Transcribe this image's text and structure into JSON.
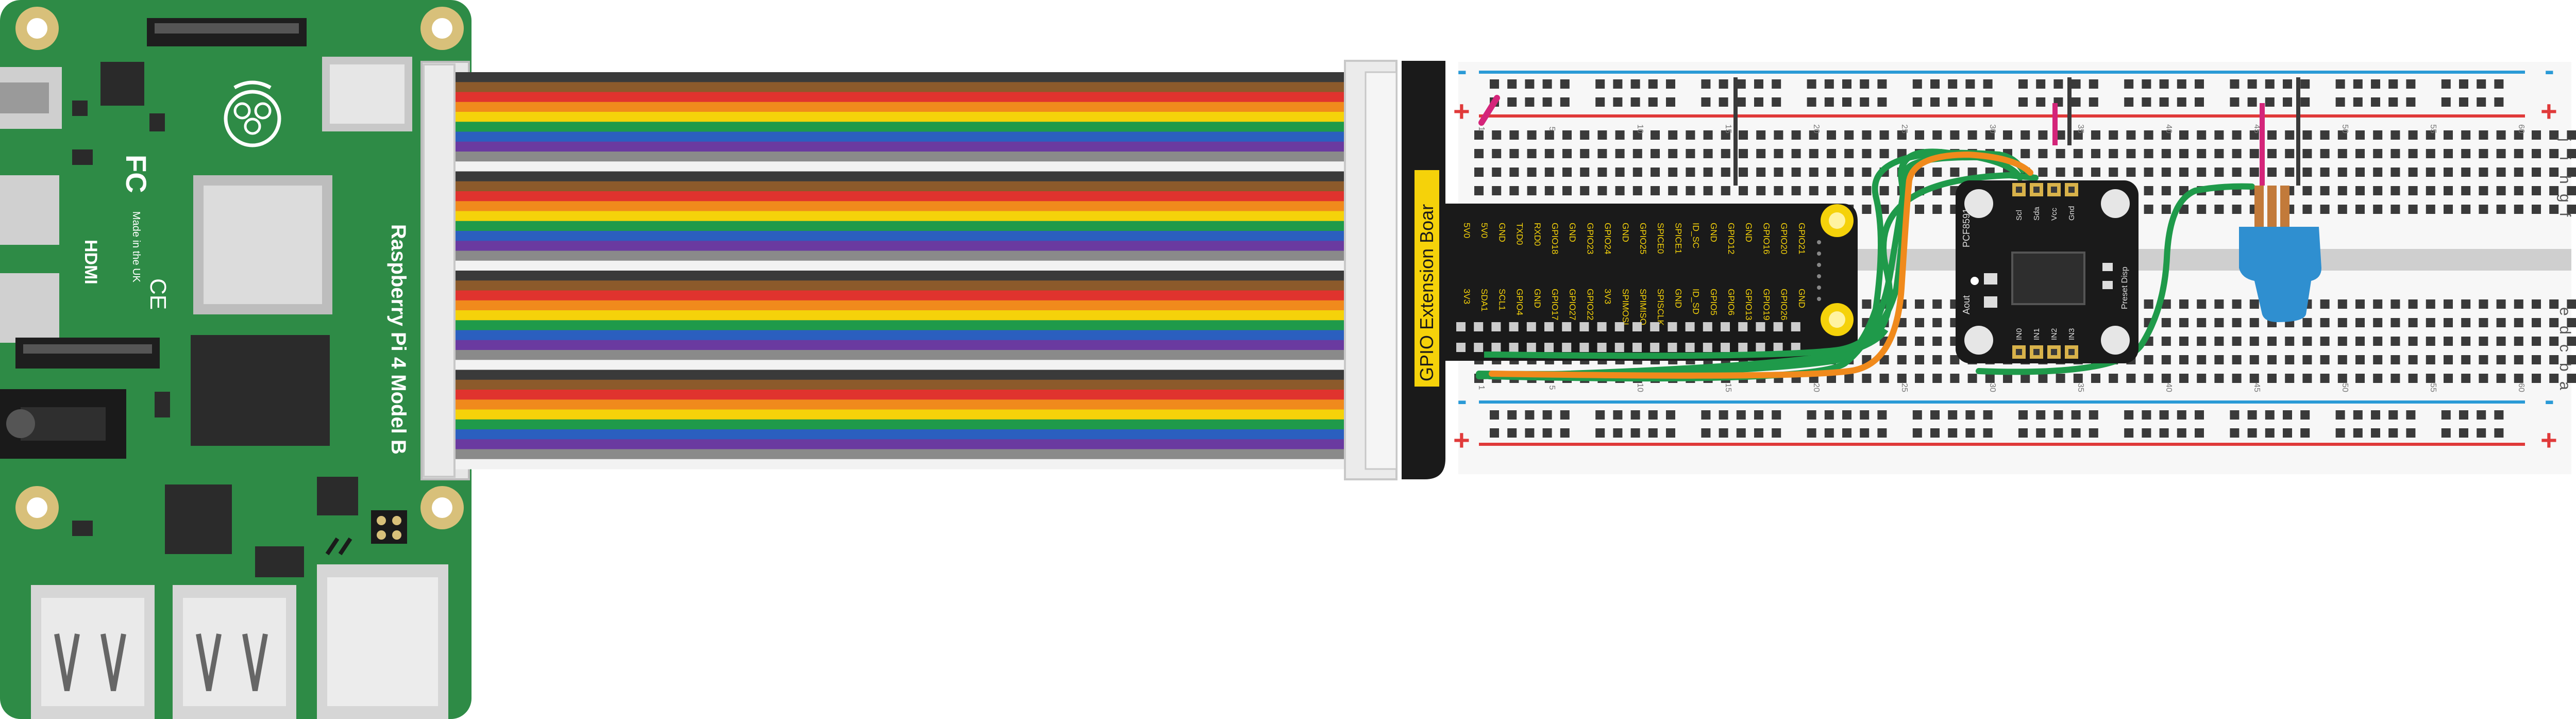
{
  "raspberry_pi": {
    "model_label": "Raspberry Pi 4 Model B",
    "hdmi_label": "HDMI",
    "made_in_label": "Made in the UK",
    "fcc_mark": "FC",
    "ce_mark": "CE",
    "board_color": "#2e8b46"
  },
  "gpio_board": {
    "title": "GPIO Extension Boar",
    "board_color": "#1a1a1a",
    "accent_color": "#f5d20a",
    "top_row": [
      "5V0",
      "5V0",
      "GND",
      "TXD0",
      "RXD0",
      "GPIO18",
      "GND",
      "GPIO23",
      "GPIO24",
      "GND",
      "GPIO25",
      "SPICE0",
      "SPICE1",
      "ID_SC",
      "GND",
      "GPIO12",
      "GND",
      "GPIO16",
      "GPIO20",
      "GPIO21"
    ],
    "bottom_row": [
      "3V3",
      "SDA1",
      "SCL1",
      "GPIO4",
      "GND",
      "GPIO17",
      "GPIO27",
      "GPIO22",
      "3V3",
      "SPIMOSI",
      "SPIMISO",
      "SPISCLK",
      "GND",
      "ID_SD",
      "GPIO5",
      "GPIO6",
      "GPIO13",
      "GPIO19",
      "GPIO26",
      "GND"
    ]
  },
  "adc_module": {
    "top_pins": [
      "Scl",
      "Sda",
      "Vcc",
      "Gnd"
    ],
    "left_label": "Aout",
    "right_label": "Preset Disp",
    "bottom_pins": [
      "IN0",
      "IN1",
      "IN2",
      "IN3"
    ],
    "chip_label": "PCF8591"
  },
  "breadboard": {
    "row_letters_top": [
      "j",
      "i",
      "h",
      "g",
      "f"
    ],
    "row_letters_bottom": [
      "e",
      "d",
      "c",
      "b",
      "a"
    ],
    "column_numbers": [
      "1",
      "5",
      "10",
      "15",
      "20",
      "25",
      "30",
      "35",
      "40",
      "45",
      "50",
      "55",
      "60"
    ],
    "rail_plus": "+",
    "rail_minus": "-"
  },
  "colors": {
    "rail_red": "#e03a3a",
    "rail_blue": "#2a9ad6",
    "wire_green": "#1f9a4a",
    "wire_orange": "#f08a1c",
    "jumper_magenta": "#d4257a",
    "sensor_blue": "#2f8fd0"
  },
  "ribbon_colors": [
    "#3a3a3a",
    "#8c5a2b",
    "#e0332e",
    "#f08a1c",
    "#f5d20a",
    "#1f9a4a",
    "#2b5fbf",
    "#6a3aa0",
    "#8a8a8a",
    "#f2f2f2"
  ]
}
